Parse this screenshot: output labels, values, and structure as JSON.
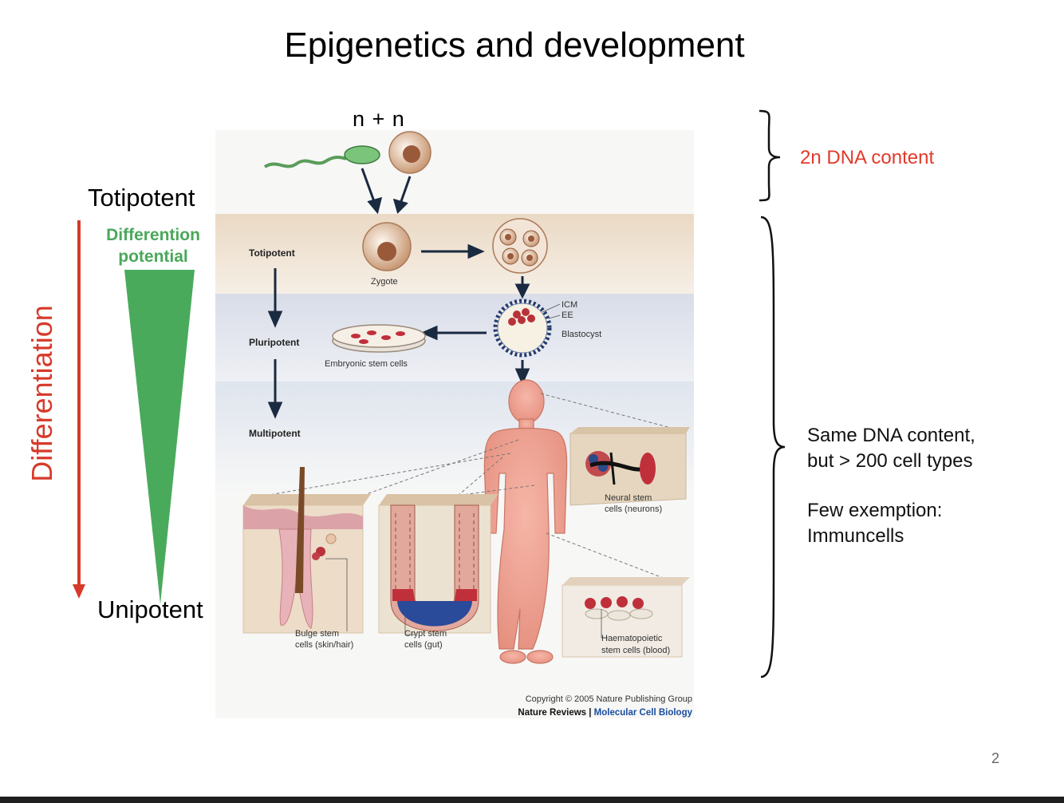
{
  "slide": {
    "title": "Epigenetics and development",
    "page_number": "2"
  },
  "left_panel": {
    "top_label": "Totipotent",
    "bottom_label": "Unipotent",
    "axis_label": "Differentiation",
    "potential_label_line1": "Differention",
    "potential_label_line2": "potential",
    "colors": {
      "arrow": "#d63a2a",
      "wedge": "#4aaa5c"
    }
  },
  "right_panel": {
    "top_brace_label": "2n DNA content",
    "bottom_line1": "Same  DNA content,",
    "bottom_line2": "but > 200 cell types",
    "bottom_line3": "Few exemption:",
    "bottom_line4": "Immuncells",
    "colors": {
      "top_brace_label": "#e23a2a"
    }
  },
  "figure": {
    "fertilization_label": "n  +  n",
    "stages": [
      "Totipotent",
      "Pluripotent",
      "Multipotent"
    ],
    "zygote": "Zygote",
    "icm": "ICM",
    "ee": "EE",
    "blastocyst": "Blastocyst",
    "embryonic_stem_cells": "Embryonic stem cells",
    "neural_line1": "Neural stem",
    "neural_line2": "cells (neurons)",
    "bulge_line1": "Bulge stem",
    "bulge_line2": "cells (skin/hair)",
    "crypt_line1": "Crypt stem",
    "crypt_line2": "cells (gut)",
    "haem_line1": "Haematopoietic",
    "haem_line2": "stem cells (blood)",
    "copyright": "Copyright © 2005 Nature Publishing Group",
    "journal_part1": "Nature Reviews",
    "journal_sep": " | ",
    "journal_part2": "Molecular Cell Biology"
  }
}
